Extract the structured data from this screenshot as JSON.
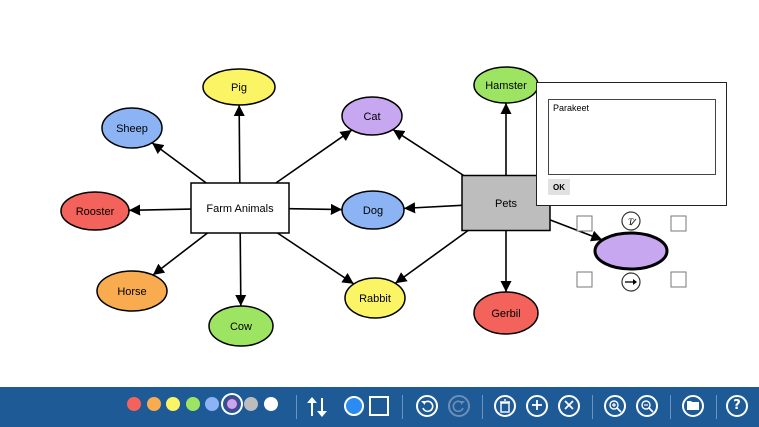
{
  "diagram": {
    "center_nodes": [
      {
        "id": "farm",
        "label": "Farm Animals",
        "fill": "#ffffff"
      },
      {
        "id": "pets",
        "label": "Pets",
        "fill": "#bdbdbd"
      }
    ],
    "nodes": [
      {
        "id": "pig",
        "label": "Pig",
        "fill": "#fbf465"
      },
      {
        "id": "sheep",
        "label": "Sheep",
        "fill": "#8cb4f4"
      },
      {
        "id": "rooster",
        "label": "Rooster",
        "fill": "#f4635b"
      },
      {
        "id": "horse",
        "label": "Horse",
        "fill": "#f8ac4f"
      },
      {
        "id": "cow",
        "label": "Cow",
        "fill": "#9ee463"
      },
      {
        "id": "cat",
        "label": "Cat",
        "fill": "#c7a7f0"
      },
      {
        "id": "dog",
        "label": "Dog",
        "fill": "#8cb4f4"
      },
      {
        "id": "rabbit",
        "label": "Rabbit",
        "fill": "#fbf465"
      },
      {
        "id": "hamster",
        "label": "Hamster",
        "fill": "#9ee463"
      },
      {
        "id": "gerbil",
        "label": "Gerbil",
        "fill": "#f4635b"
      },
      {
        "id": "new",
        "label": "",
        "fill": "#c7a7f0"
      }
    ],
    "edges": [
      [
        "farm",
        "pig"
      ],
      [
        "farm",
        "sheep"
      ],
      [
        "farm",
        "rooster"
      ],
      [
        "farm",
        "horse"
      ],
      [
        "farm",
        "cow"
      ],
      [
        "farm",
        "cat"
      ],
      [
        "farm",
        "dog"
      ],
      [
        "farm",
        "rabbit"
      ],
      [
        "pets",
        "cat"
      ],
      [
        "pets",
        "dog"
      ],
      [
        "pets",
        "rabbit"
      ],
      [
        "pets",
        "hamster"
      ],
      [
        "pets",
        "gerbil"
      ],
      [
        "pets",
        "new"
      ]
    ]
  },
  "editor": {
    "text": "Parakeet",
    "ok_label": "OK"
  },
  "toolbar": {
    "colors": [
      "#f4635b",
      "#f8ac4f",
      "#fbf465",
      "#9ee463",
      "#8cb4f4",
      "#c7a7f0",
      "#bdbdbd",
      "#ffffff"
    ],
    "selected_color": "#c7a7f0",
    "buttons": {
      "undo": "undo-icon",
      "redo": "redo-icon",
      "delete": "trash-icon",
      "add": "plus-icon",
      "remove": "x-icon",
      "zoom_in": "zoom-in-icon",
      "zoom_out": "zoom-out-icon",
      "open": "folder-icon",
      "help": "?"
    }
  }
}
